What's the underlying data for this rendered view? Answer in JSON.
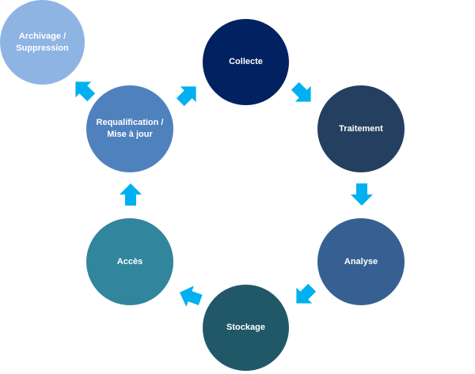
{
  "diagram": {
    "nodes": {
      "collecte": {
        "label": "Collecte",
        "color": "#012160"
      },
      "traitement": {
        "label": "Traitement",
        "color": "#243F60"
      },
      "analyse": {
        "label": "Analyse",
        "color": "#376092"
      },
      "stockage": {
        "label": "Stockage",
        "color": "#215868"
      },
      "acces": {
        "label": "Accès",
        "color": "#31859C"
      },
      "requalif": {
        "line1": "Requalification /",
        "line2": "Mise à jour",
        "color": "#4F81BD"
      },
      "archivage": {
        "line1": "Archivage /",
        "line2": "Suppression",
        "color": "#8EB4E3"
      }
    },
    "arrow_color": "#00B0F0"
  }
}
